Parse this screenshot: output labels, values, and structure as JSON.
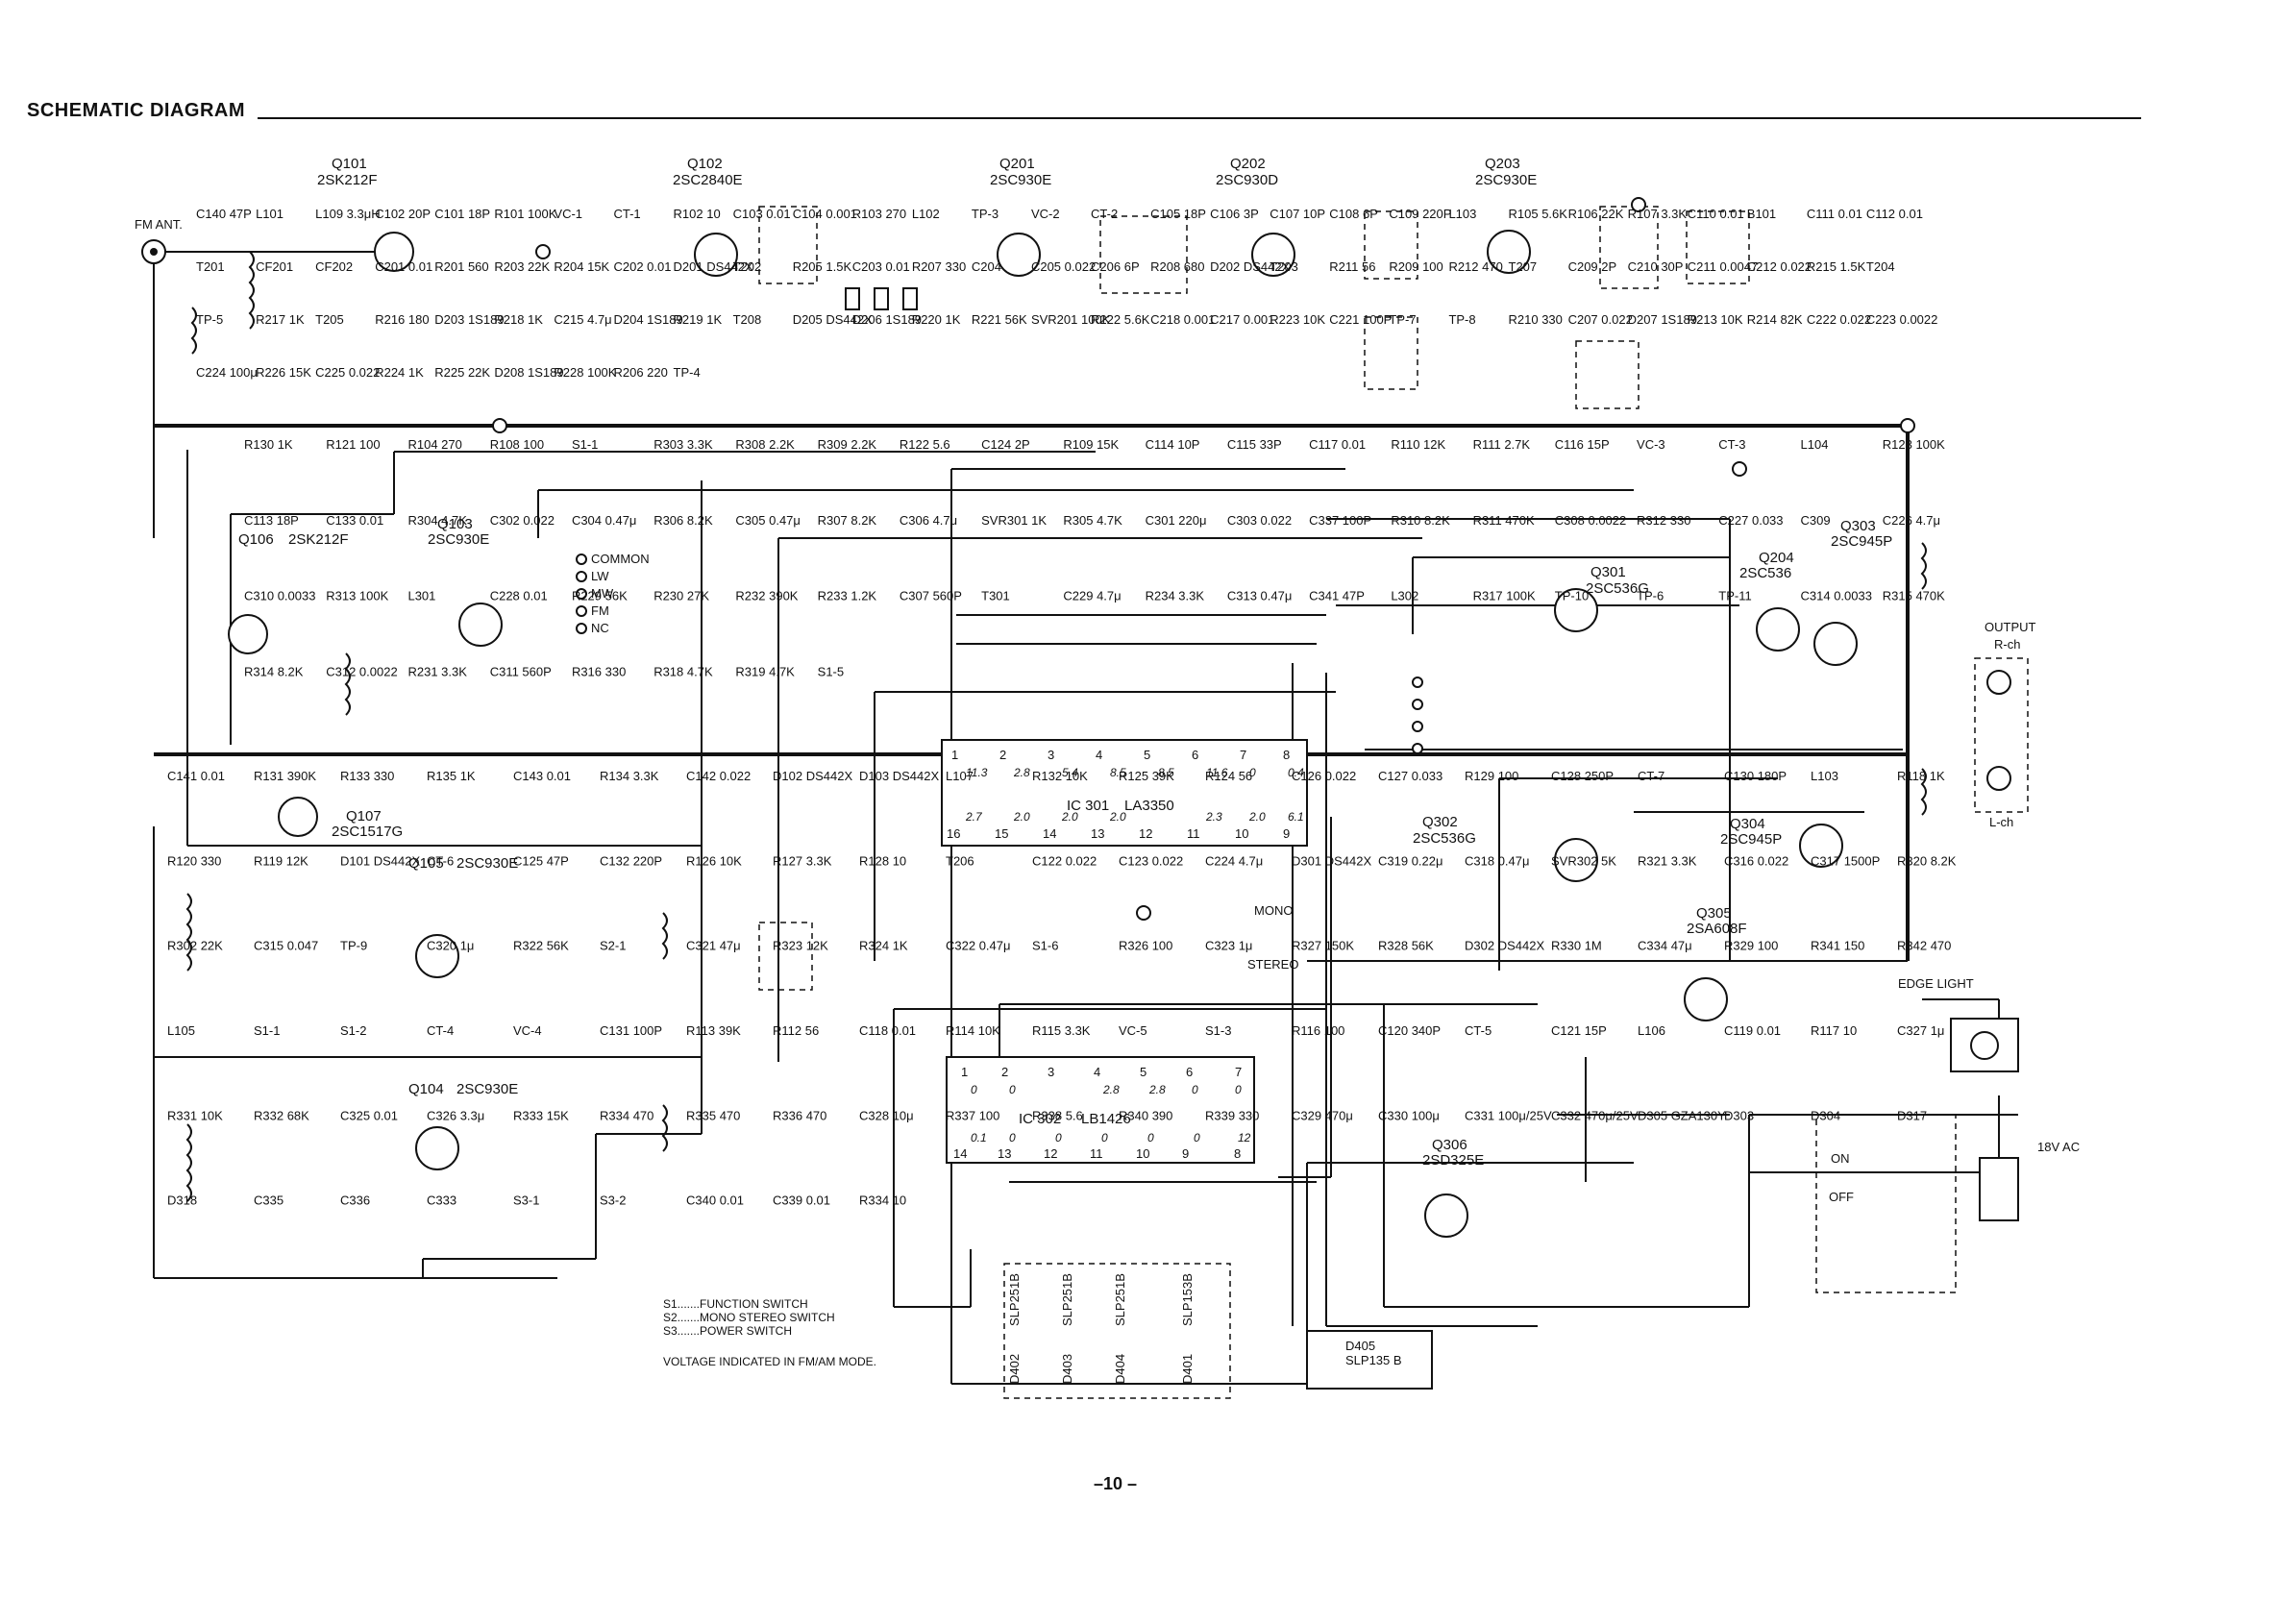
{
  "header": {
    "title": "SCHEMATIC DIAGRAM"
  },
  "terminals": {
    "fm_ant": "FM ANT.",
    "output": "OUTPUT",
    "r_ch": "R-ch",
    "l_ch": "L-ch",
    "edge_light": "EDGE  LIGHT",
    "ac_input": "18V AC"
  },
  "transistors": [
    {
      "ref": "Q101",
      "part": "2SK212F"
    },
    {
      "ref": "Q102",
      "part": "2SC2840E"
    },
    {
      "ref": "Q201",
      "part": "2SC930E"
    },
    {
      "ref": "Q202",
      "part": "2SC930D"
    },
    {
      "ref": "Q203",
      "part": "2SC930E"
    },
    {
      "ref": "Q103",
      "part": "2SC930E"
    },
    {
      "ref": "Q106",
      "part": "2SK212F"
    },
    {
      "ref": "Q107",
      "part": "2SC1517G"
    },
    {
      "ref": "Q105",
      "part": "2SC930E"
    },
    {
      "ref": "Q104",
      "part": "2SC930E"
    },
    {
      "ref": "Q301",
      "part": "2SC536G"
    },
    {
      "ref": "Q302",
      "part": "2SC536G"
    },
    {
      "ref": "Q303",
      "part": "2SC945P"
    },
    {
      "ref": "Q204",
      "part": "2SC536"
    },
    {
      "ref": "Q304",
      "part": "2SC945P"
    },
    {
      "ref": "Q305",
      "part": "2SA608F"
    },
    {
      "ref": "Q306",
      "part": "2SD325E"
    }
  ],
  "ics": [
    {
      "ref": "IC 301",
      "part": "LA3350",
      "pins_top": [
        "1",
        "2",
        "3",
        "4",
        "5",
        "6",
        "7",
        "8"
      ],
      "pins_bottom": [
        "16",
        "15",
        "14",
        "13",
        "12",
        "11",
        "10",
        "9"
      ],
      "volts_top": [
        "11.3",
        "2.8",
        "5.4",
        "8.5",
        "8.5",
        "11.6",
        "0",
        "0.4"
      ],
      "volts_bottom": [
        "2.7",
        "2.0",
        "2.0",
        "2.0",
        "",
        "2.3",
        "2.0",
        "6.1"
      ]
    },
    {
      "ref": "IC 302",
      "part": "LB1426",
      "pins_top": [
        "1",
        "2",
        "3",
        "4",
        "5",
        "6",
        "7"
      ],
      "pins_bottom": [
        "14",
        "13",
        "12",
        "11",
        "10",
        "9",
        "8"
      ],
      "volts_top": [
        "0",
        "0",
        "",
        "2.8",
        "2.8",
        "0",
        "0"
      ],
      "volts_bottom": [
        "0.1",
        "0",
        "0",
        "0",
        "0",
        "0",
        "12"
      ]
    }
  ],
  "components_top": [
    "C140 47P",
    "L101",
    "L109 3.3μH",
    "C102 20P",
    "C101 18P",
    "R101 100K",
    "VC-1",
    "CT-1",
    "R102 10",
    "C103 0.01",
    "C104 0.001",
    "R103 270",
    "L102",
    "TP-3",
    "VC-2",
    "CT-2",
    "C105 18P",
    "C106 3P",
    "C107 10P",
    "C108 6P",
    "C109 220P",
    "L103",
    "R105 5.6K",
    "R106 22K",
    "R107 3.3K",
    "C110 0.01",
    "B101",
    "C111 0.01",
    "C112 0.01",
    "T201",
    "CF201",
    "CF202",
    "C201 0.01",
    "R201 560",
    "R203 22K",
    "R204 15K",
    "C202 0.01",
    "D201 DS442X",
    "T202",
    "R205 1.5K",
    "C203 0.01",
    "R207 330",
    "C204",
    "C205 0.022",
    "C206 6P",
    "R208 680",
    "D202 DS442X",
    "T203",
    "R211 56",
    "R209 100",
    "R212 470",
    "T207",
    "C209 2P",
    "C210 30P",
    "C211 0.0047",
    "C212 0.022",
    "R215 1.5K",
    "T204",
    "TP-5",
    "R217 1K",
    "T205",
    "R216 180",
    "D203 1S189",
    "R218 1K",
    "C215 4.7μ",
    "D204 1S189",
    "R219 1K",
    "T208",
    "D205 DS442X",
    "D206 1S189",
    "R220 1K",
    "R221 56K",
    "SVR201 100K",
    "R222 5.6K",
    "C218 0.001",
    "C217 0.001",
    "R223 10K",
    "C221 100P",
    "TP-7",
    "TP-8",
    "R210 330",
    "C207 0.022",
    "D207 1S189",
    "R213 10K",
    "R214 82K",
    "C222 0.022",
    "C223 0.0022",
    "C224 100μ",
    "R226 15K",
    "C225 0.022",
    "R224 1K",
    "R225 22K",
    "D208 1S189",
    "R228 100K",
    "R206 220",
    "TP-4"
  ],
  "components_mid": [
    "R130 1K",
    "R121 100",
    "R104 270",
    "R108 100",
    "S1-1",
    "R303 3.3K",
    "R308 2.2K",
    "R309 2.2K",
    "R122 5.6",
    "C124 2P",
    "R109 15K",
    "C114 10P",
    "C115 33P",
    "C117 0.01",
    "R110 12K",
    "R111 2.7K",
    "C116 15P",
    "VC-3",
    "CT-3",
    "L104",
    "R123 100K",
    "C113 18P",
    "C133 0.01",
    "R304 4.7K",
    "C302 0.022",
    "C304 0.47μ",
    "R306 8.2K",
    "C305 0.47μ",
    "R307 8.2K",
    "C306 4.7μ",
    "SVR301 1K",
    "R305 4.7K",
    "C301 220μ",
    "C303 0.022",
    "C337 100P",
    "R310 8.2K",
    "R311 470K",
    "C308 0.0022",
    "R312 330",
    "C227 0.033",
    "C309",
    "C226 4.7μ",
    "C310 0.0033",
    "R313 100K",
    "L301",
    "C228 0.01",
    "R229 56K",
    "R230 27K",
    "R232 390K",
    "R233 1.2K",
    "C307 560P",
    "T301",
    "C229 4.7μ",
    "R234 3.3K",
    "C313 0.47μ",
    "C341 47P",
    "L302",
    "R317 100K",
    "TP-10",
    "TP-6",
    "TP-11",
    "C314 0.0033",
    "R315 470K",
    "R314 8.2K",
    "C312 0.0022",
    "R231 3.3K",
    "C311 560P",
    "R316 330",
    "R318 4.7K",
    "R319 4.7K",
    "S1-5"
  ],
  "components_low": [
    "C141 0.01",
    "R131 390K",
    "R133 330",
    "R135 1K",
    "C143 0.01",
    "R134 3.3K",
    "C142 0.022",
    "D102 DS442X",
    "D103 DS442X",
    "L107",
    "R132 10K",
    "R125 39K",
    "R124 56",
    "C126 0.022",
    "C127 0.033",
    "R129 100",
    "C128 250P",
    "CT-7",
    "C130 180P",
    "L103",
    "R118 1K",
    "R120 330",
    "R119 12K",
    "D101 DS442X",
    "CT-6",
    "C125 47P",
    "C132 220P",
    "R126 10K",
    "R127 3.3K",
    "R128 10",
    "T206",
    "C122 0.022",
    "C123 0.022",
    "C224 4.7μ",
    "D301 DS442X",
    "C319 0.22μ",
    "C318 0.47μ",
    "SVR302 5K",
    "R321 3.3K",
    "C316 0.022",
    "C317 1500P",
    "R320 8.2K",
    "R302 22K",
    "C315 0.047",
    "TP-9",
    "C320 1μ",
    "R322 56K",
    "S2-1",
    "C321 47μ",
    "R323 12K",
    "R324 1K",
    "C322 0.47μ",
    "S1-6",
    "R326 100",
    "C323 1μ",
    "R327 150K",
    "R328 56K",
    "D302 DS442X",
    "R330 1M",
    "C334 47μ",
    "R329 100",
    "R341 150",
    "R342 470",
    "L105",
    "S1-1",
    "S1-2",
    "CT-4",
    "VC-4",
    "C131 100P",
    "R113 39K",
    "R112 56",
    "C118 0.01",
    "R114 10K",
    "R115 3.3K",
    "VC-5",
    "S1-3",
    "R116 100",
    "C120 340P",
    "CT-5",
    "C121 15P",
    "L106",
    "C119 0.01",
    "R117 10",
    "C327 1μ",
    "R331 10K",
    "R332 68K",
    "C325 0.01",
    "C326 3.3μ",
    "R333 15K",
    "R334 470",
    "R335 470",
    "R336 470",
    "C328 10μ",
    "R337 100",
    "R338 5.6",
    "R340 390",
    "R339 330",
    "C329 470μ",
    "C330 100μ",
    "C331 100μ/25V",
    "C332 470μ/25V",
    "D305 GZA130Y",
    "D303",
    "D304",
    "D317",
    "D318",
    "C335",
    "C336",
    "C333",
    "S3-1",
    "S3-2",
    "C340 0.01",
    "C339 0.01",
    "R334 10"
  ],
  "switch_positions": [
    "COMMON",
    "LW",
    "MW",
    "FM",
    "NC"
  ],
  "switch_positions_power": [
    "ON",
    "OFF"
  ],
  "stereo_labels": [
    "MONO",
    "STEREO"
  ],
  "leds": [
    "SLP251B",
    "SLP251B",
    "SLP251B",
    "SLP153B"
  ],
  "led_refs": [
    "D402",
    "D403",
    "D404",
    "D401"
  ],
  "led_power": {
    "ref": "D405",
    "part": "SLP135 B"
  },
  "legend": {
    "s1": "S1.......FUNCTION SWITCH",
    "s2": "S2.......MONO STEREO SWITCH",
    "s3": "S3.......POWER SWITCH",
    "voltage_note": "VOLTAGE INDICATED IN FM/AM MODE."
  },
  "footer": {
    "page": "–10 –"
  }
}
